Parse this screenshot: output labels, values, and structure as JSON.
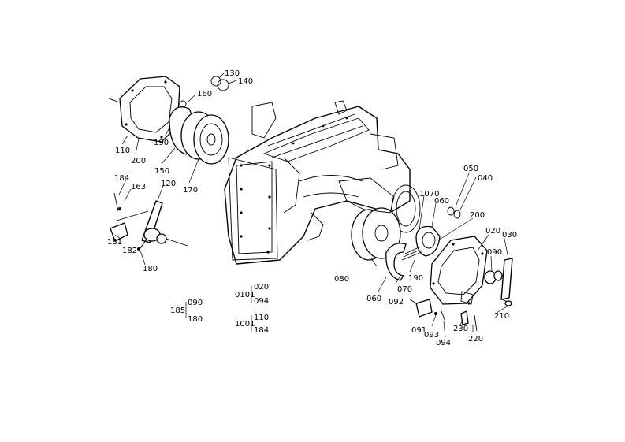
{
  "labels": {
    "l130": "130",
    "l140": "140",
    "l160": "160",
    "l110": "110",
    "l200a": "200",
    "l190a": "190",
    "l150": "150",
    "l170": "170",
    "l184a": "184",
    "l163": "163",
    "l120": "120",
    "l181": "181",
    "l182": "182",
    "l180": "180",
    "l185": "185",
    "l185a": "090",
    "l185b": "180",
    "l0101": "0101",
    "l0101a": "020",
    "l0101b": "094",
    "l1001": "1001",
    "l1001a": "110",
    "l1001b": "184",
    "l050": "050",
    "l040": "040",
    "l1070": "1070",
    "l060a": "060",
    "l200b": "200",
    "l020": "020",
    "l030": "030",
    "l090": "090",
    "l080": "080",
    "l070a": "070",
    "l190b": "190",
    "l060b": "060",
    "l092": "092",
    "l091": "091",
    "l093": "093",
    "l094": "094",
    "l230": "230",
    "l220": "220",
    "l210": "210"
  }
}
